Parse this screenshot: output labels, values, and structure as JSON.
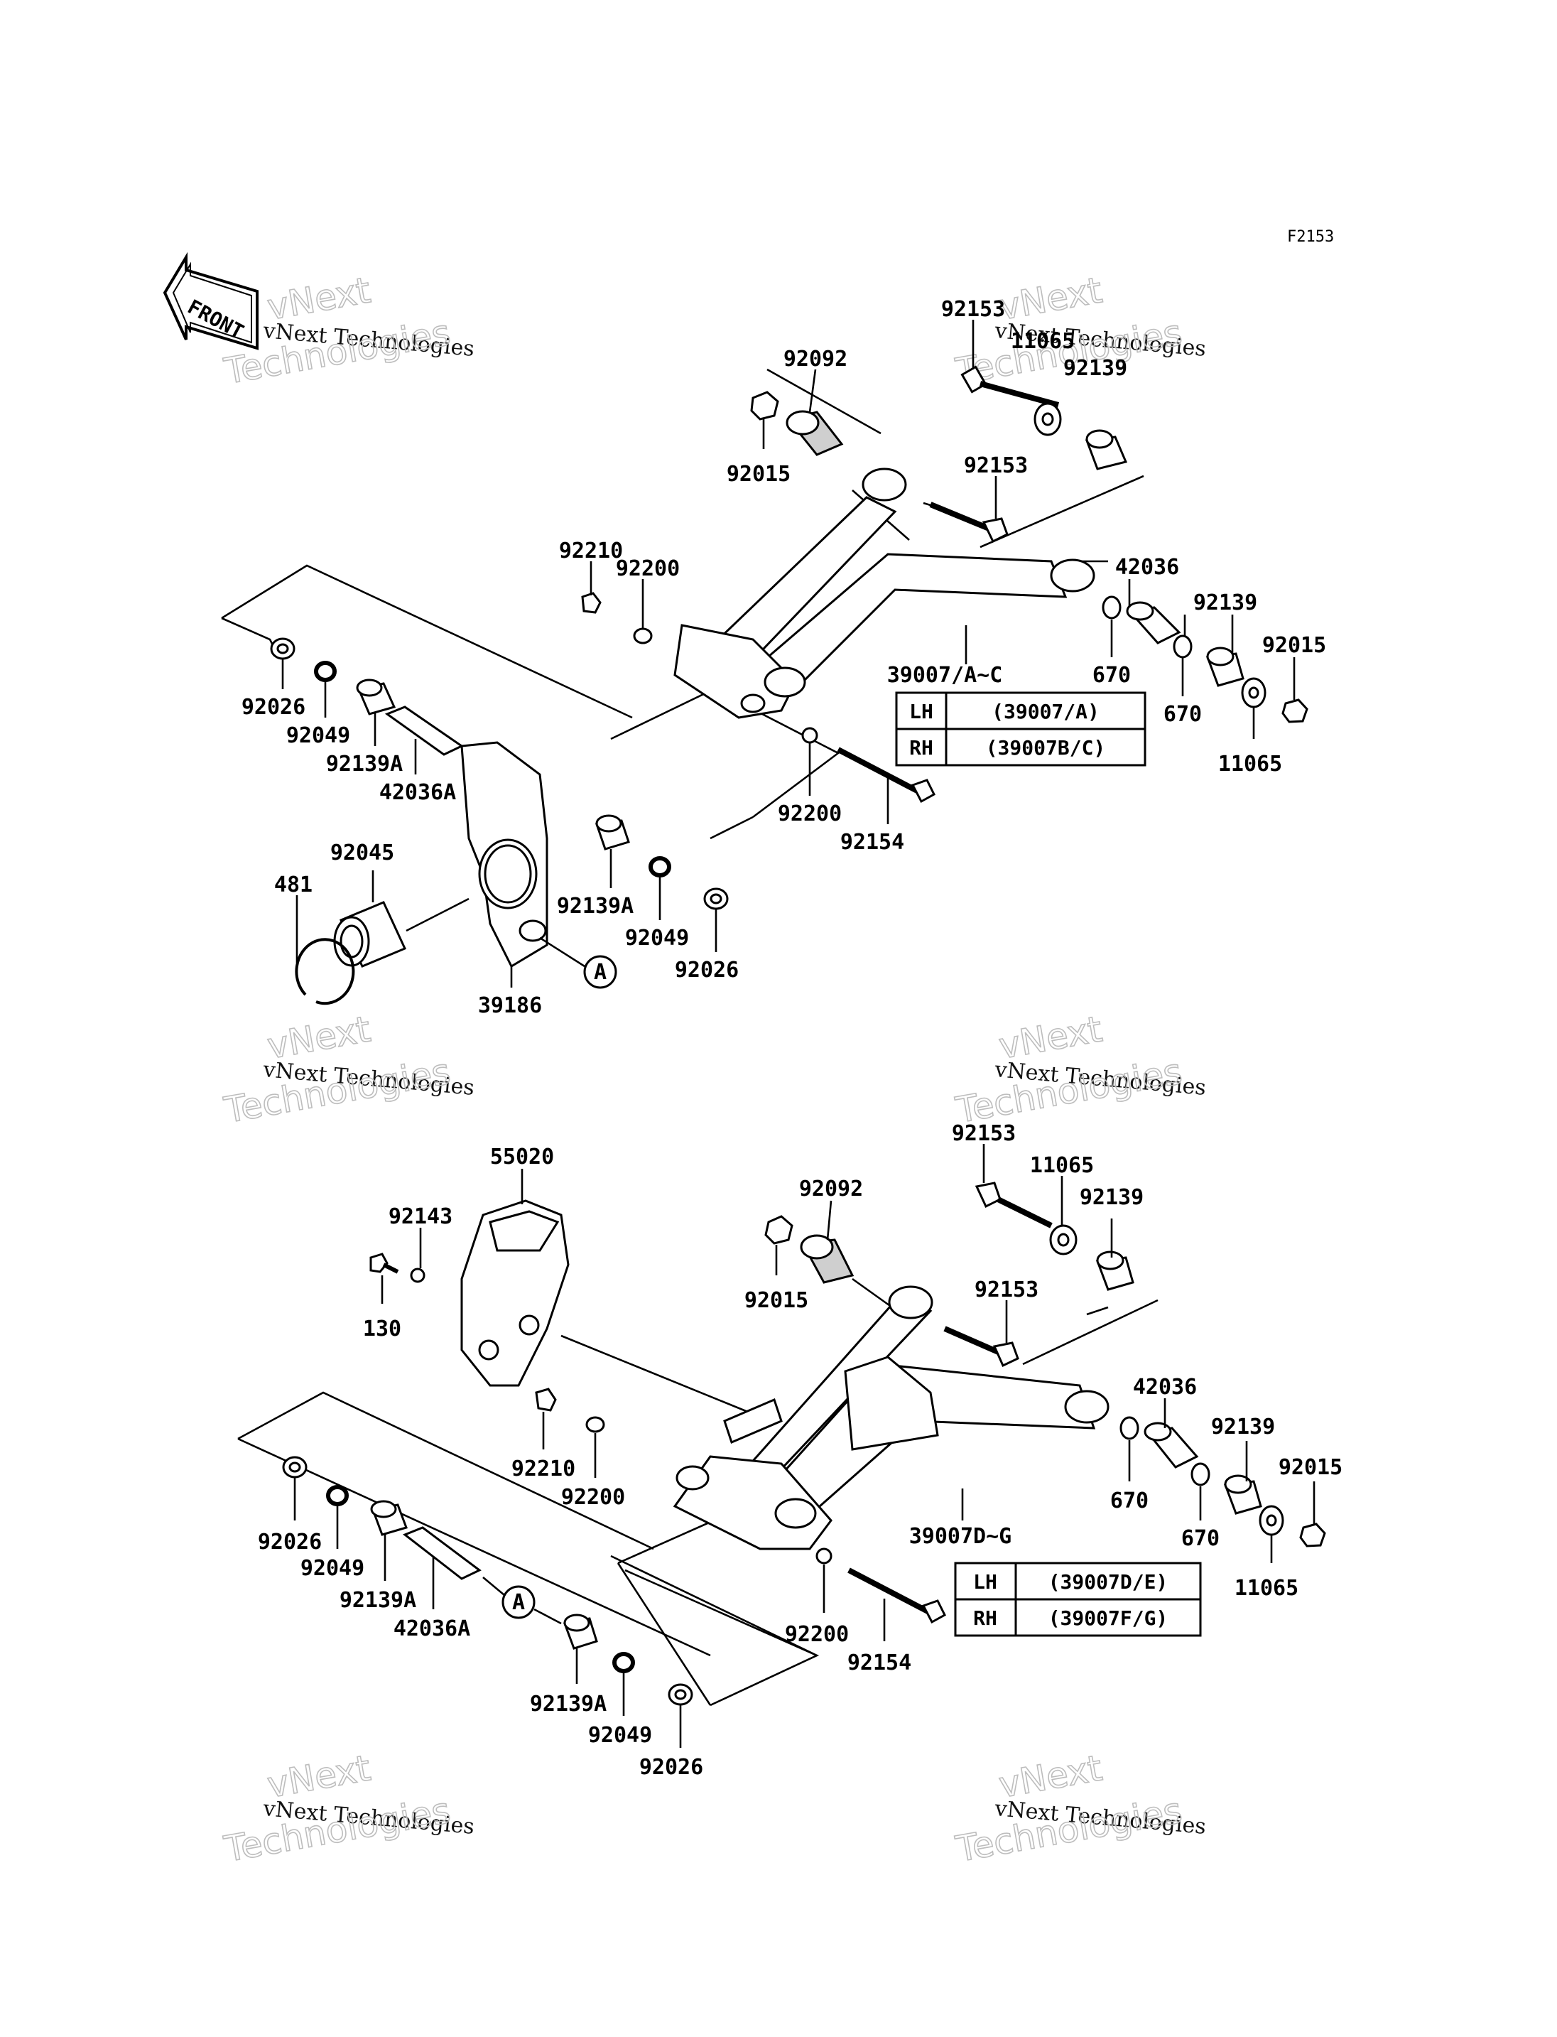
{
  "figure_code": "F2153",
  "front_label": "FRONT",
  "watermark": {
    "line1": "vNext",
    "line2": "vNext Technologies",
    "line3": "Technologies"
  },
  "circle_ref": "A",
  "upper_labels": {
    "p92153a": "92153",
    "p11065a": "11065",
    "p92139a": "92139",
    "p92092": "92092",
    "p92015a": "92015",
    "p92153b": "92153",
    "p92210": "92210",
    "p92200a": "92200",
    "p42036": "42036",
    "p92139b": "92139",
    "p92015b": "92015",
    "p39007": "39007/A~C",
    "p670a": "670",
    "p670b": "670",
    "p11065b": "11065",
    "p92026a": "92026",
    "p92049a": "92049",
    "p92139Aa": "92139A",
    "p42036A": "42036A",
    "p92200b": "92200",
    "p92154": "92154",
    "p92045": "92045",
    "p481": "481",
    "p92139Ab": "92139A",
    "p92049b": "92049",
    "p92026b": "92026",
    "p39186": "39186"
  },
  "upper_table": [
    {
      "side": "LH",
      "parts": "(39007/A)"
    },
    {
      "side": "RH",
      "parts": "(39007B/C)"
    }
  ],
  "lower_labels": {
    "p55020": "55020",
    "p92143": "92143",
    "p130": "130",
    "p92092": "92092",
    "p92015a": "92015",
    "p92153a": "92153",
    "p11065a": "11065",
    "p92139a": "92139",
    "p92153b": "92153",
    "p42036": "42036",
    "p92139b": "92139",
    "p92015b": "92015",
    "p670a": "670",
    "p670b": "670",
    "p11065b": "11065",
    "p39007": "39007D~G",
    "p92210": "92210",
    "p92200a": "92200",
    "p92026a": "92026",
    "p92049a": "92049",
    "p92139Aa": "92139A",
    "p42036A": "42036A",
    "p92200b": "92200",
    "p92154": "92154",
    "p92139Ab": "92139A",
    "p92049b": "92049",
    "p92026b": "92026"
  },
  "lower_table": [
    {
      "side": "LH",
      "parts": "(39007D/E)"
    },
    {
      "side": "RH",
      "parts": "(39007F/G)"
    }
  ]
}
